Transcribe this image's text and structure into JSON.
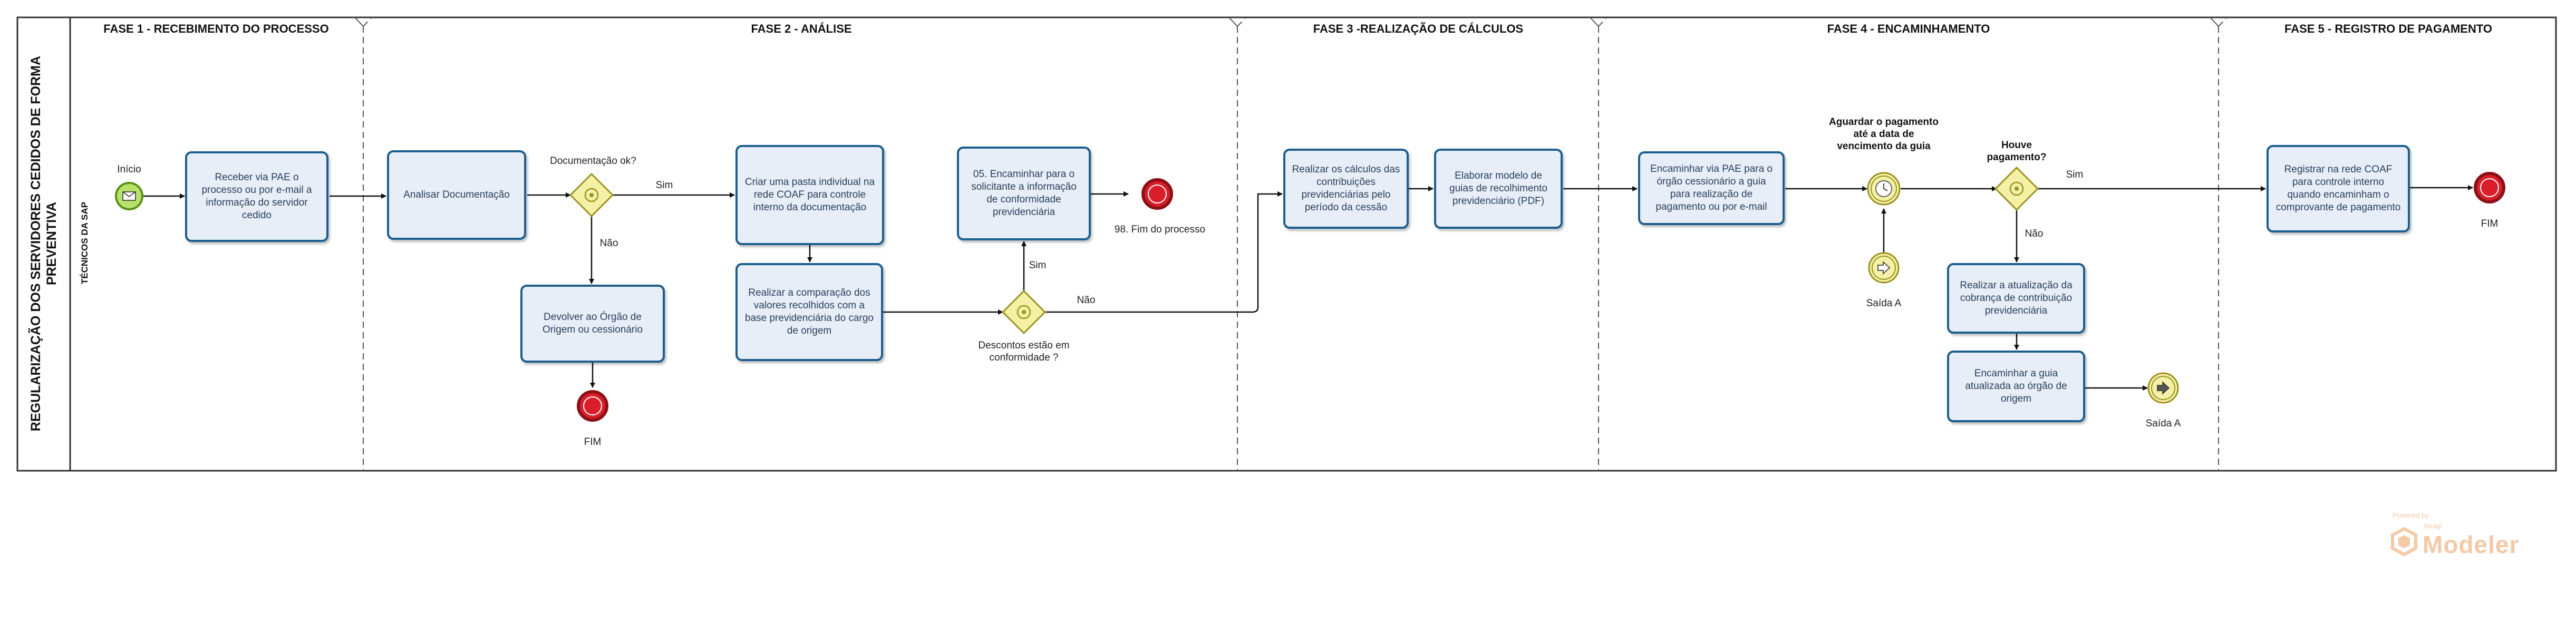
{
  "pool": {
    "title": "REGULARIZAÇÃO DOS SERVIDORES CEDIDOS DE FORMA PREVENTIVA"
  },
  "lane": {
    "title": "TÉCNICOS DA SAP"
  },
  "phases": [
    {
      "label": "FASE 1 - RECEBIMENTO DO PROCESSO"
    },
    {
      "label": "FASE 2 - ANÁLISE"
    },
    {
      "label": "FASE 3 -REALIZAÇÃO DE CÁLCULOS"
    },
    {
      "label": "FASE 4 - ENCAMINHAMENTO"
    },
    {
      "label": "FASE 5 - REGISTRO DE PAGAMENTO"
    }
  ],
  "tasks": {
    "receber": "Receber via PAE  o processo ou por e-mail a informação do servidor cedido",
    "analisar": "Analisar Documentação",
    "devolver": "Devolver ao Órgão de Origem ou cessionário",
    "criar_pasta": "Criar uma pasta individual na rede COAF para controle interno da documentação",
    "comparacao": "Realizar a comparação dos valores recolhidos com a base previdenciária do cargo de origem",
    "encaminhar_solicitante": "05. Encaminhar para o solicitante a informação de conformidade previdenciária",
    "calculos": "Realizar os cálculos das contribuições previdenciárias pelo período da cessão",
    "elaborar": "Elaborar modelo de guias de recolhimento previdenciário (PDF)",
    "encaminhar_pae": "Encaminhar  via PAE para o órgão cessionário a guia para realização de pagamento ou por e-mail",
    "atualizacao": "Realizar a atualização da cobrança de contribuição previdenciária",
    "encaminhar_guia": "Encaminhar a guia atualizada ao órgão de origem",
    "registrar": "Registrar na rede COAF para controle interno quando encaminham o comprovante de pagamento"
  },
  "labels": {
    "inicio": "Início",
    "documentacao_ok": "Documentação ok?",
    "sim_1": "Sim",
    "nao_1": "Não",
    "fim_1": "FIM",
    "descontos": "Descontos estão em conformidade ?",
    "sim_2": "Sim",
    "nao_2": "Não",
    "fim_processo": "98. Fim do processo",
    "aguardar_timer": "Aguardar o pagamento até a data de vencimento da guia",
    "houve_pagamento": "Houve pagamento?",
    "sim_3": "Sim",
    "nao_3": "Não",
    "saida_a_1": "Saída A",
    "saida_a_2": "Saída A",
    "fim_2": "FIM"
  },
  "watermark": {
    "powered": "Powered by",
    "brand_small": "bizagi",
    "brand": "Modeler"
  },
  "colors": {
    "task_border": "#1b5f8f",
    "task_fill": "#e8eef8",
    "start_fill": "#b5e26b",
    "start_stroke": "#5a8f16",
    "end_fill": "#d81e2a",
    "end_stroke": "#8c1016",
    "gateway_fill": "#f4f0a6",
    "gateway_stroke": "#9a9420",
    "watermark": "#f4c9a5"
  }
}
